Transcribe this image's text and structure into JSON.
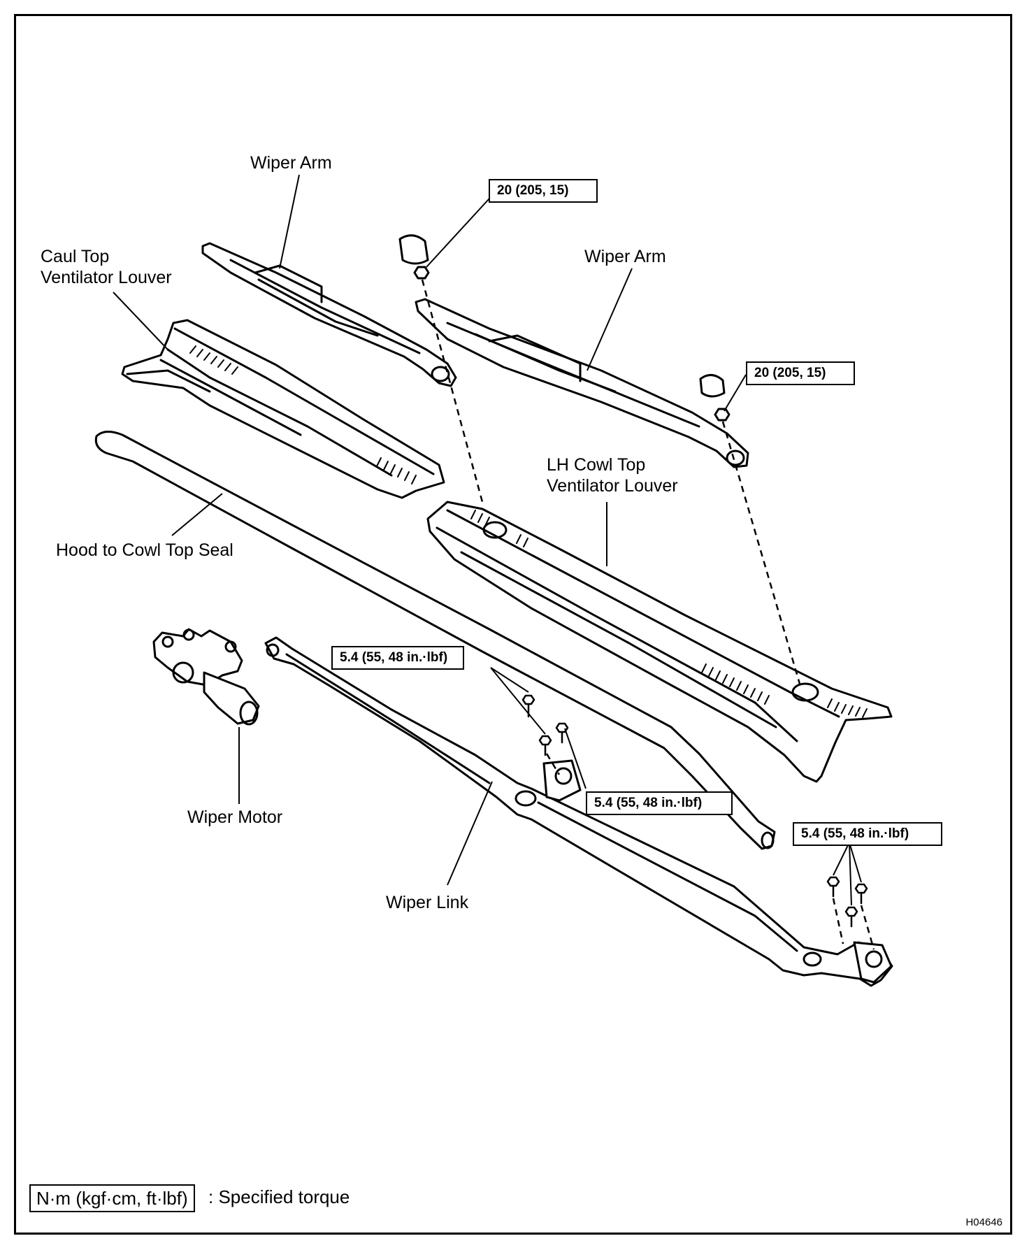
{
  "labels": {
    "wiper_arm_1": "Wiper Arm",
    "wiper_arm_2": "Wiper Arm",
    "caul_louver": [
      "Caul Top",
      "Ventilator Louver"
    ],
    "lh_louver": [
      "LH Cowl Top",
      "Ventilator Louver"
    ],
    "hood_seal": "Hood to Cowl Top Seal",
    "wiper_motor": "Wiper Motor",
    "wiper_link": "Wiper Link"
  },
  "torques": {
    "arm_nut_1": "20 (205, 15)",
    "arm_nut_2": "20 (205, 15)",
    "link_bolts_1": "5.4 (55, 48 in.·lbf)",
    "link_bolts_2": "5.4 (55, 48 in.·lbf)",
    "link_bolts_3": "5.4 (55, 48 in.·lbf)"
  },
  "legend": {
    "unit": "N·m (kgf·cm, ft·lbf)",
    "meaning": ": Specified torque"
  },
  "figure_id": "H04646"
}
